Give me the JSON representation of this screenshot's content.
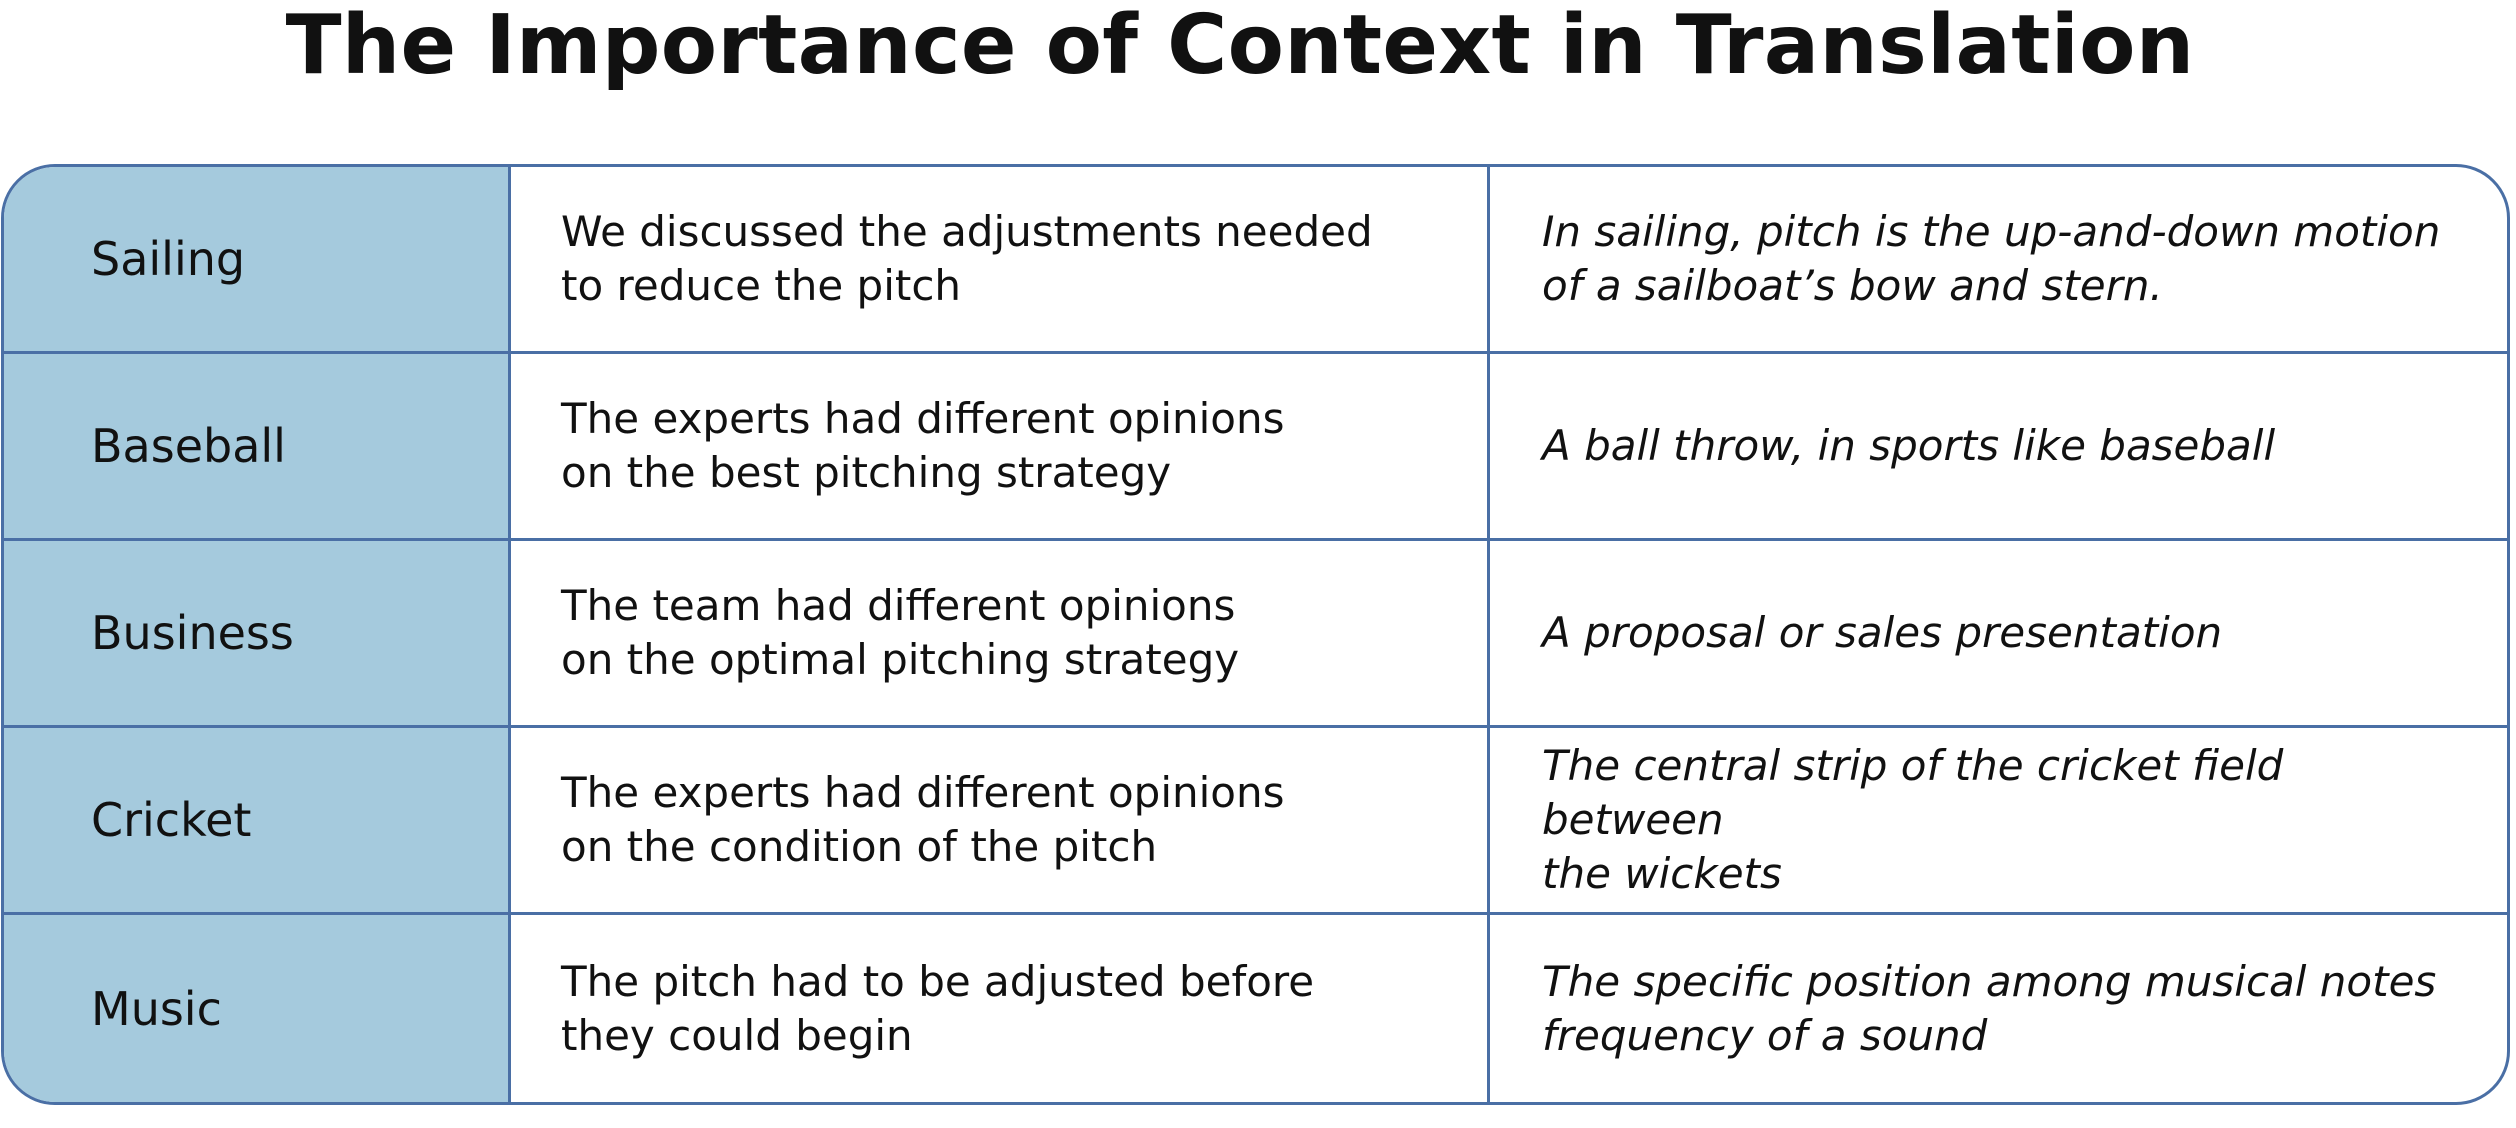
{
  "title": "The Importance of Context in Translation",
  "colors": {
    "border": "#4a6fa5",
    "category_fill": "#a5cadd",
    "text": "#111111"
  },
  "rows": [
    {
      "category": "Sailing",
      "sentence_line1": "We discussed the adjustments needed",
      "sentence_line2": "to reduce the pitch",
      "meaning_line1": "In sailing, pitch is the up-and-down motion",
      "meaning_line2": "of a sailboat’s bow and stern."
    },
    {
      "category": "Baseball",
      "sentence_line1": "The experts had different opinions",
      "sentence_line2": "on the best pitching strategy",
      "meaning_line1": "A ball throw, in sports like baseball",
      "meaning_line2": ""
    },
    {
      "category": "Business",
      "sentence_line1": "The team had different opinions",
      "sentence_line2": "on the optimal pitching strategy",
      "meaning_line1": "A proposal or sales presentation",
      "meaning_line2": ""
    },
    {
      "category": "Cricket",
      "sentence_line1": "The experts had different opinions",
      "sentence_line2": "on the condition of the pitch",
      "meaning_line1": "The central strip of the cricket field between",
      "meaning_line2": "the wickets"
    },
    {
      "category": "Music",
      "sentence_line1": "The pitch had to be adjusted before",
      "sentence_line2": "they could begin",
      "meaning_line1": "The specific position among musical notes",
      "meaning_line2": "frequency of a sound"
    }
  ]
}
